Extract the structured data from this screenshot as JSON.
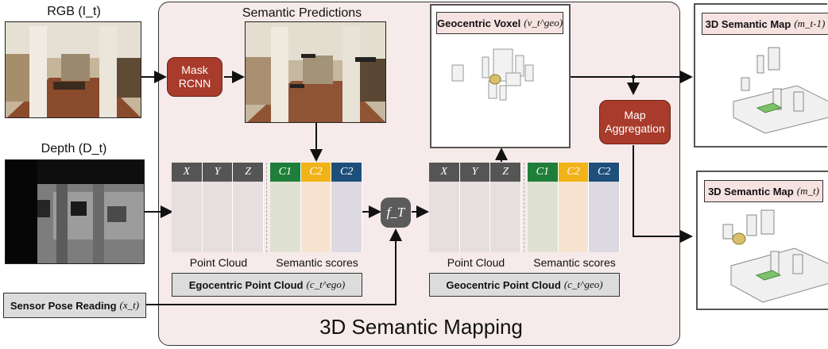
{
  "inputs": {
    "rgb_label": "RGB (I_t)",
    "depth_label": "Depth (D_t)",
    "sensor_pose_label": "Sensor Pose Reading",
    "sensor_pose_symbol": "(x_t)"
  },
  "semantic_predictions": {
    "title": "Semantic Predictions"
  },
  "mask_rcnn": {
    "line1": "Mask",
    "line2": "RCNN"
  },
  "ego_cloud": {
    "columns": [
      "X",
      "Y",
      "Z",
      "C1",
      "C2",
      "C2"
    ],
    "point_cloud_label": "Point Cloud",
    "semantic_scores_label": "Semantic scores",
    "box_label": "Egocentric Point Cloud",
    "box_symbol": "(c_t^ego)"
  },
  "transform": {
    "symbol": "f_T"
  },
  "geo_cloud": {
    "columns": [
      "X",
      "Y",
      "Z",
      "C1",
      "C2",
      "C2"
    ],
    "point_cloud_label": "Point Cloud",
    "semantic_scores_label": "Semantic scores",
    "box_label": "Geocentric Point Cloud",
    "box_symbol": "(c_t^geo)"
  },
  "geo_voxel": {
    "label": "Geocentric Voxel",
    "symbol": "(v_t^geo)"
  },
  "map_aggregation": {
    "line1": "Map",
    "line2": "Aggregation"
  },
  "map_prev": {
    "label": "3D Semantic Map",
    "symbol": "(m_t-1)"
  },
  "map_curr": {
    "label": "3D Semantic Map",
    "symbol": "(m_t)"
  },
  "footer": {
    "title": "3D Semantic Mapping"
  },
  "colors": {
    "panel_bg": "#f6ebea",
    "red": "#a83b2b",
    "xyz_head": "#555555",
    "c1_head": "#1f7f3a",
    "c2a_head": "#f2b319",
    "c2b_head": "#1d4f7a",
    "xyz_body": "#e6dedf",
    "c1_body": "#dfe2d2",
    "c2a_body": "#f7e3cf",
    "c2b_body": "#dcd9e2",
    "green_patch": "#7dc26a",
    "yellow_patch": "#d8c06a"
  }
}
